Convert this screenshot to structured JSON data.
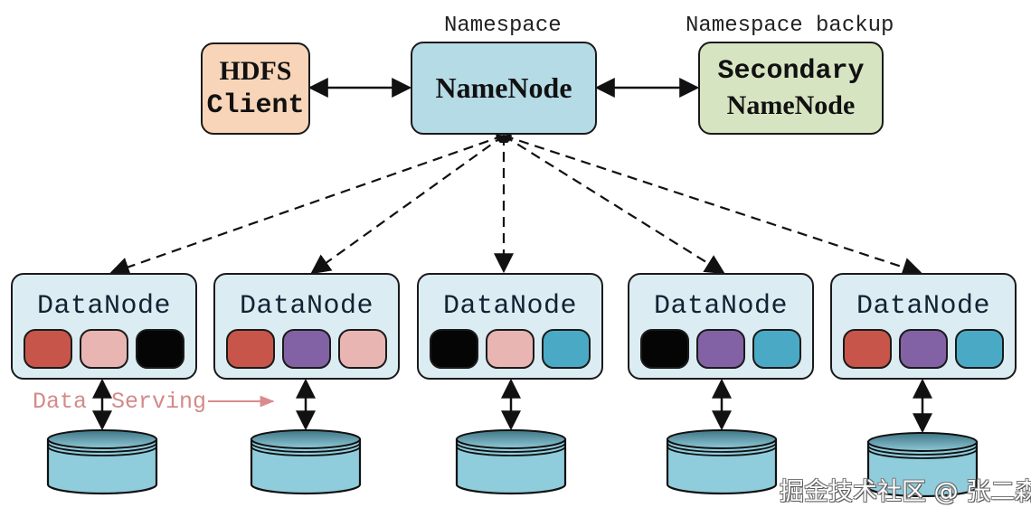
{
  "diagram": {
    "title": "HDFS Architecture",
    "client": {
      "line1": "HDFS",
      "line2": "Client",
      "color": "#f8d5b8"
    },
    "namenode": {
      "label": "NameNode",
      "caption": "Namespace",
      "color": "#b5dbe6"
    },
    "secondary": {
      "line1": "Secondary",
      "line2": "NameNode",
      "caption": "Namespace backup",
      "color": "#d7e4c2"
    },
    "datanode_color": "#dcecf3",
    "block_colors": {
      "red": "#c8554a",
      "pink": "#e9b5b2",
      "black": "#050505",
      "purple": "#8262a4",
      "teal": "#4aaac6"
    },
    "datanodes": [
      {
        "label": "DataNode",
        "blocks": [
          "red",
          "pink",
          "black"
        ]
      },
      {
        "label": "DataNode",
        "blocks": [
          "red",
          "purple",
          "pink"
        ]
      },
      {
        "label": "DataNode",
        "blocks": [
          "black",
          "pink",
          "teal"
        ]
      },
      {
        "label": "DataNode",
        "blocks": [
          "black",
          "purple",
          "teal"
        ]
      },
      {
        "label": "DataNode",
        "blocks": [
          "red",
          "purple",
          "teal"
        ]
      }
    ],
    "data_serving": {
      "word1": "Data",
      "word2": "Serving",
      "color": "#d48a8a"
    },
    "disk_color": "#8fccdc",
    "connections": [
      {
        "from": "HDFS Client",
        "to": "NameNode",
        "style": "solid",
        "direction": "bidirectional"
      },
      {
        "from": "NameNode",
        "to": "Secondary NameNode",
        "style": "solid",
        "direction": "bidirectional"
      },
      {
        "from": "NameNode",
        "to": "DataNode 1",
        "style": "dashed",
        "direction": "both-ends"
      },
      {
        "from": "NameNode",
        "to": "DataNode 2",
        "style": "dashed",
        "direction": "both-ends"
      },
      {
        "from": "NameNode",
        "to": "DataNode 3",
        "style": "dashed",
        "direction": "both-ends"
      },
      {
        "from": "NameNode",
        "to": "DataNode 4",
        "style": "dashed",
        "direction": "both-ends"
      },
      {
        "from": "NameNode",
        "to": "DataNode 5",
        "style": "dashed",
        "direction": "both-ends"
      },
      {
        "from": "DataNode",
        "to": "Disk",
        "style": "solid",
        "direction": "bidirectional"
      }
    ]
  },
  "watermark": "掘金技术社区 @ 张二森"
}
